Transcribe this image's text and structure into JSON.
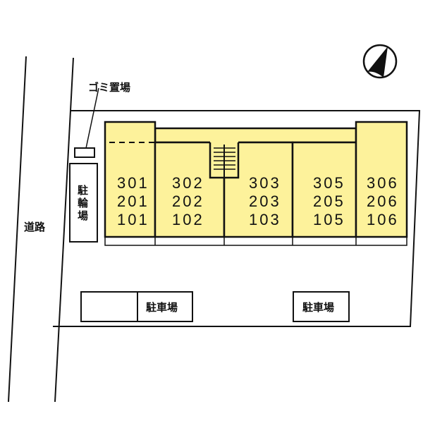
{
  "compass": {
    "icon": "north-arrow-icon"
  },
  "labels": {
    "garbage": "ゴミ置場",
    "road": "道路",
    "bicycle_parking": [
      "駐",
      "輪",
      "場"
    ],
    "parking_left": "駐車場",
    "parking_right": "駐車場"
  },
  "units": [
    {
      "floors": [
        "301",
        "201",
        "101"
      ]
    },
    {
      "floors": [
        "302",
        "202",
        "102"
      ]
    },
    {
      "floors": [
        "303",
        "203",
        "103"
      ]
    },
    {
      "floors": [
        "305",
        "205",
        "105"
      ]
    },
    {
      "floors": [
        "306",
        "206",
        "106"
      ]
    }
  ],
  "colors": {
    "building_fill": "#fdf29b",
    "line": "#111111"
  }
}
